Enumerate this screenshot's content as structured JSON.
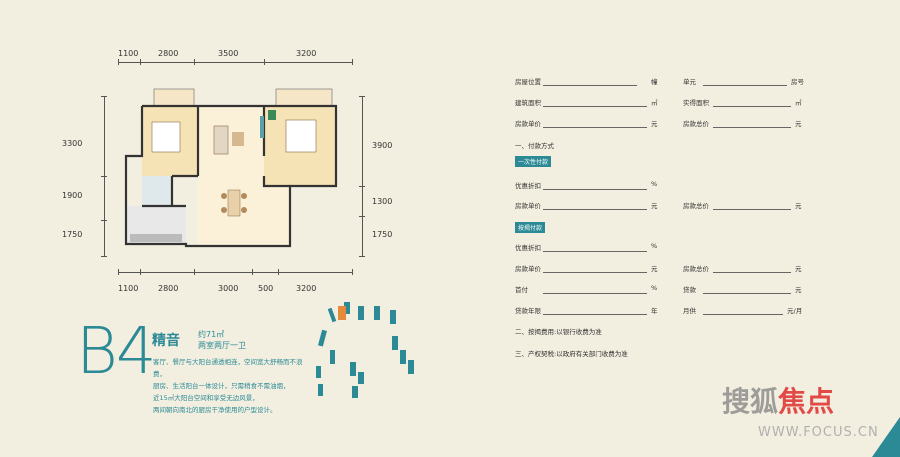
{
  "plan": {
    "top_dims": [
      "1100",
      "2800",
      "3500",
      "3200"
    ],
    "bottom_dims": [
      "1100",
      "2800",
      "3000",
      "500",
      "3200"
    ],
    "left_dims": [
      "3300",
      "1900",
      "1750"
    ],
    "right_dims": [
      "3900",
      "1300",
      "1750"
    ]
  },
  "unit": {
    "code": "B4",
    "title": "精音",
    "area": "约71㎡",
    "type": "两室两厅一卫",
    "desc": [
      "客厅、餐厅与大阳台通透相连，空间宽大舒畅而不浪费，",
      "厨房、生活阳台一体设计，只需稍食不需油烟，",
      "近15㎡大阳台空间和享受无边风景，",
      "两间朝向南北的厨房干净使用的户型设计。"
    ]
  },
  "form": {
    "row1": {
      "label_a": "房屋位置",
      "unit_a": "幢",
      "label_b": "单元",
      "unit_b": "房号"
    },
    "row2": {
      "label_a": "建筑面积",
      "unit_a": "㎡",
      "label_b": "实得面积",
      "unit_b": "㎡"
    },
    "row3": {
      "label_a": "房款单价",
      "unit_a": "元",
      "label_b": "房款总价",
      "unit_b": "元"
    },
    "section1": "一、付款方式",
    "tag1": "一次性付款",
    "row4": {
      "label_a": "优惠折扣",
      "unit_a": "%"
    },
    "row5": {
      "label_a": "房款单价",
      "unit_a": "元",
      "label_b": "房款总价",
      "unit_b": "元"
    },
    "tag2": "按揭付款",
    "row6": {
      "label_a": "优惠折扣",
      "unit_a": "%"
    },
    "row7": {
      "label_a": "房款单价",
      "unit_a": "元",
      "label_b": "房款总价",
      "unit_b": "元"
    },
    "row8": {
      "label_a": "首付",
      "unit_a": "%",
      "label_b": "贷款",
      "unit_b": "元"
    },
    "row9": {
      "label_a": "贷款年限",
      "unit_a": "年",
      "label_b": "月供",
      "unit_b": "元/月"
    },
    "section2": "二、按揭费用:以银行收费为准",
    "section3": "三、产权契税:以政府有关部门收费为准"
  },
  "watermark": {
    "text_a": "搜狐",
    "text_b": "焦点",
    "url": "WWW.FOCUS.CN"
  },
  "colors": {
    "accent": "#2b8a96",
    "background": "#f3efe0"
  }
}
